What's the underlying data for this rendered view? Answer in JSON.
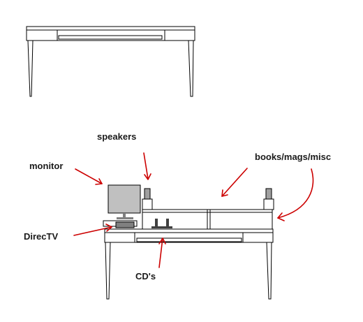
{
  "labels": {
    "speakers": "speakers",
    "monitor": "monitor",
    "books": "books/mags/misc",
    "directv": "DirecTV",
    "cds": "CD's"
  },
  "colors": {
    "arrow": "#cc0000",
    "line": "#000000",
    "monitor_screen": "#c0c0c0",
    "speaker": "#a0a0a0"
  }
}
